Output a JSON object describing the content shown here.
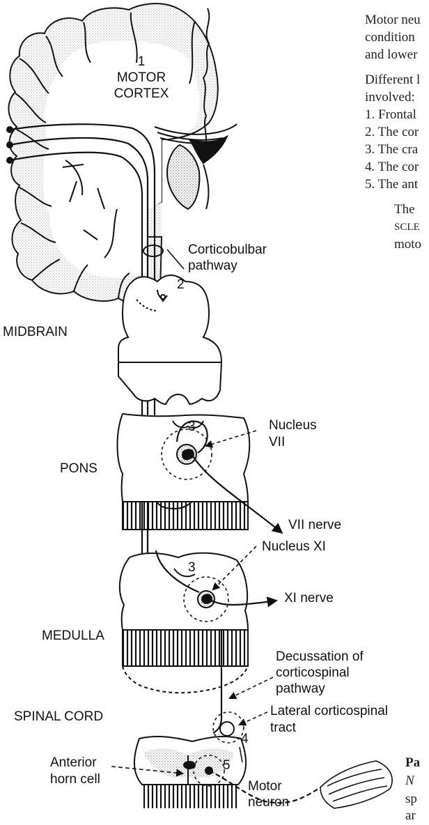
{
  "diagram": {
    "labels": {
      "motor_cortex_num": "1",
      "motor_cortex_line1": "MOTOR",
      "motor_cortex_line2": "CORTEX",
      "corticobulbar_line1": "Corticobulbar",
      "corticobulbar_line2": "pathway",
      "num_2": "2",
      "midbrain": "MIDBRAIN",
      "num_3_pons": "3",
      "nucleus_vii_line1": "Nucleus",
      "nucleus_vii_line2": "VII",
      "pons": "PONS",
      "vii_nerve": "VII nerve",
      "nucleus_xi": "Nucleus XI",
      "num_3_medulla": "3",
      "xi_nerve": "XI nerve",
      "medulla": "MEDULLA",
      "decussation_line1": "Decussation of",
      "decussation_line2": "corticospinal",
      "decussation_line3": "pathway",
      "spinal_cord": "SPINAL CORD",
      "lateral_line1": "Lateral corticospinal",
      "lateral_line2": "tract",
      "num_4": "4",
      "num_5": "5",
      "anterior_line1": "Anterior",
      "anterior_line2": "horn cell",
      "motor_neuron_line1": "Motor",
      "motor_neuron_line2": "neuron"
    }
  },
  "side_text": {
    "line1": "Motor neu",
    "line2": "condition",
    "line3": "and lower",
    "line4": "Different l",
    "line5": "involved:",
    "item1": "1. Frontal",
    "item2": "2. The cor",
    "item3": "3. The cra",
    "item4": "4. The cor",
    "item5": "5. The ant",
    "para_line1": "The",
    "para_line2": "SCLE",
    "para_line3": "moto",
    "bottom_bold": "Pa",
    "bottom_ital": "N",
    "bottom_line2": "sp",
    "bottom_line3": "ar"
  }
}
